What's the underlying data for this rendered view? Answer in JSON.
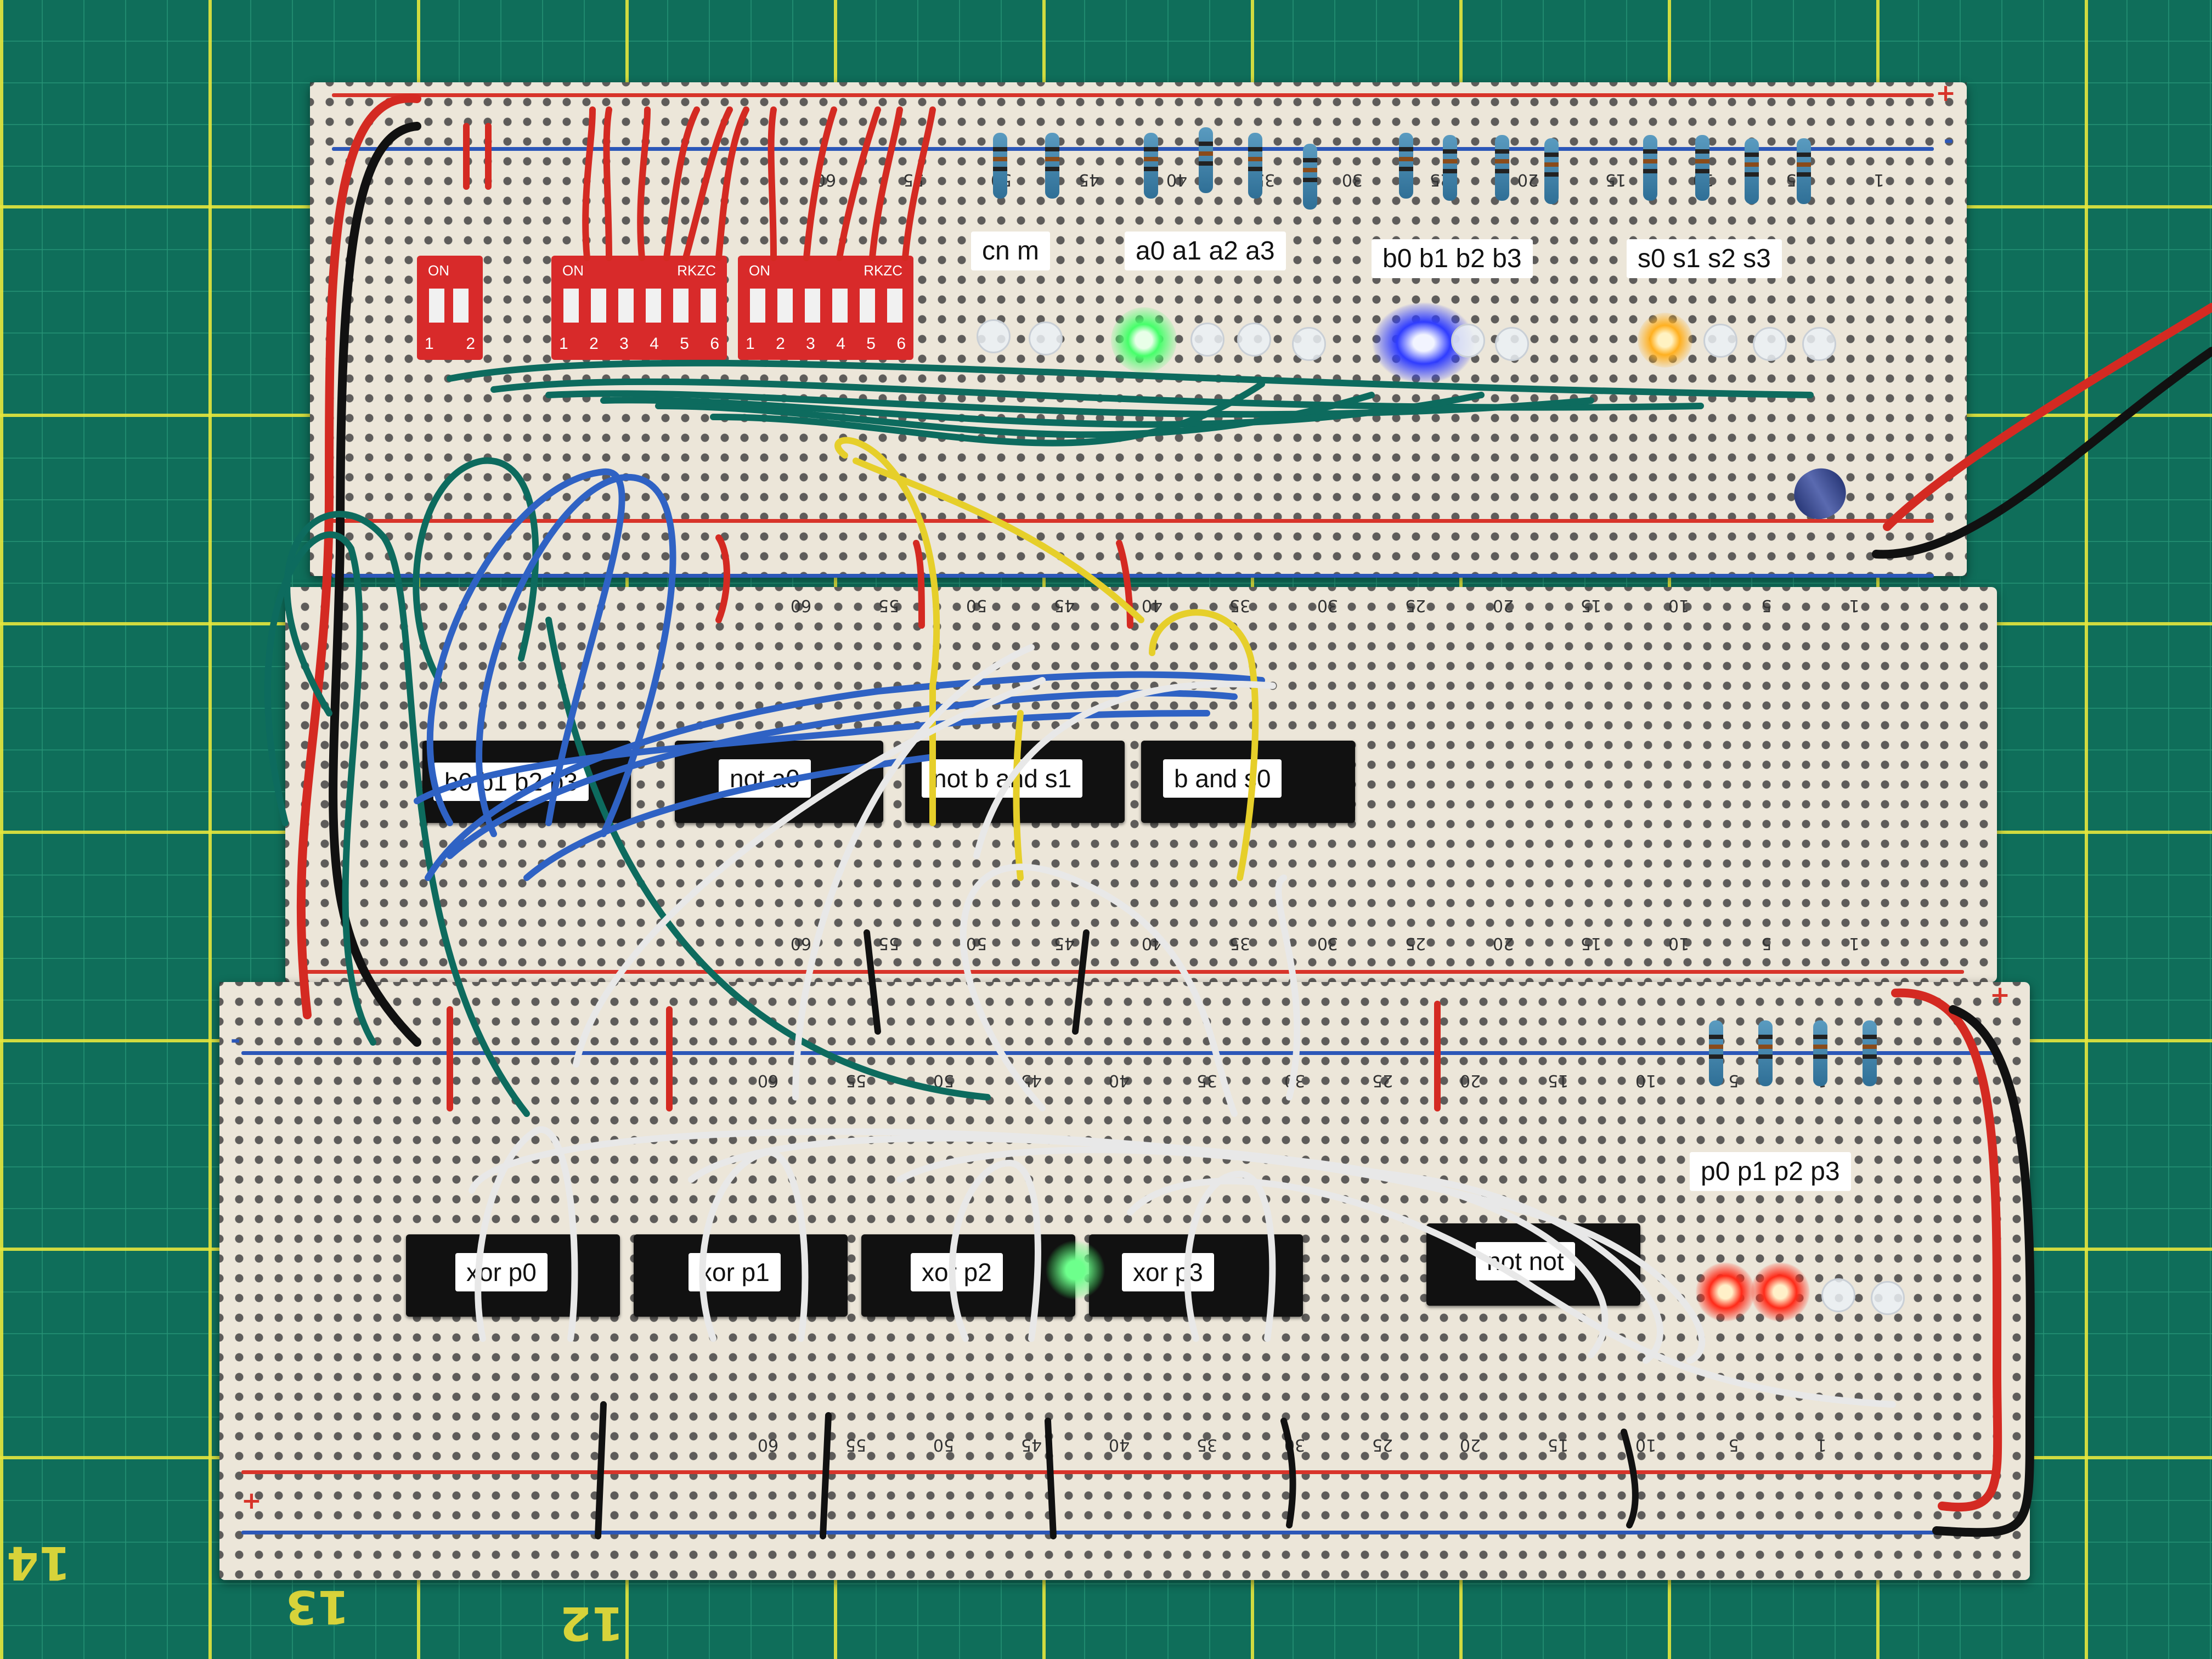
{
  "labels": {
    "cn_m": "cn m",
    "a": "a0 a1 a2 a3",
    "b": "b0 b1 b2 b3",
    "s": "s0 s1 s2 s3",
    "p": "p0 p1 p2 p3",
    "chip_b_label": "b0 b1 b2 b3",
    "chip_not_label": "not a0",
    "chip_and_s1": "not b and s1",
    "chip_and_s0": "b and s0",
    "xor_p0": "xor p0",
    "xor_p1": "xor p1",
    "xor_p2": "xor p2",
    "xor_p3": "xor p3",
    "not_not": "not not"
  },
  "dip_switches": [
    {
      "on": "ON",
      "brand": "",
      "numbers": [
        "1",
        "2"
      ]
    },
    {
      "on": "ON",
      "brand": "RKZC",
      "numbers": [
        "1",
        "2",
        "3",
        "4",
        "5",
        "6"
      ]
    },
    {
      "on": "ON",
      "brand": "RKZC",
      "numbers": [
        "1",
        "2",
        "3",
        "4",
        "5",
        "6"
      ]
    }
  ],
  "ruler_numbers": [
    "60",
    "55",
    "50",
    "45",
    "40",
    "35",
    "30",
    "25",
    "20",
    "15",
    "10",
    "5",
    "1"
  ],
  "mat_numbers": [
    "14",
    "13",
    "12"
  ],
  "rail_signs": {
    "plus": "+",
    "minus": "-"
  },
  "led_colors": {
    "green": "#46ff6a",
    "blue": "#2f3cff",
    "orange": "#ffb020",
    "red": "#ff2a18"
  },
  "wire_colors": {
    "red": "#d42a22",
    "black": "#111111",
    "teal": "#0d6b5e",
    "blue": "#2f62c4",
    "yellow": "#e6cf2a",
    "white": "#e8e8e8"
  }
}
